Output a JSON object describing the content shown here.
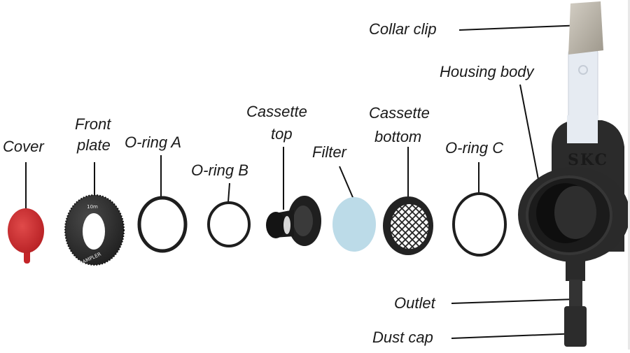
{
  "diagram": {
    "title": "Exploded view of personal air sampler cassette assembly",
    "labels": {
      "cover": "Cover",
      "front_plate_1": "Front",
      "front_plate_2": "plate",
      "oring_a": "O-ring A",
      "oring_b": "O-ring B",
      "cassette_top_1": "Cassette",
      "cassette_top_2": "top",
      "filter": "Filter",
      "cassette_bottom_1": "Cassette",
      "cassette_bottom_2": "bottom",
      "oring_c": "O-ring C",
      "collar_clip": "Collar clip",
      "housing_body": "Housing body",
      "outlet": "Outlet",
      "dust_cap": "Dust cap"
    },
    "part_text": {
      "front_plate_top": "10m",
      "front_plate_bottom": "SAMPLER",
      "housing_brand": "SKC"
    },
    "colors": {
      "cover": "#d42a2e",
      "black_parts": "#262626",
      "filter": "#bcdbe8",
      "clip_metal": "#b9b3a6",
      "strap": "#e6ebf2",
      "leader_line": "#111111"
    }
  }
}
